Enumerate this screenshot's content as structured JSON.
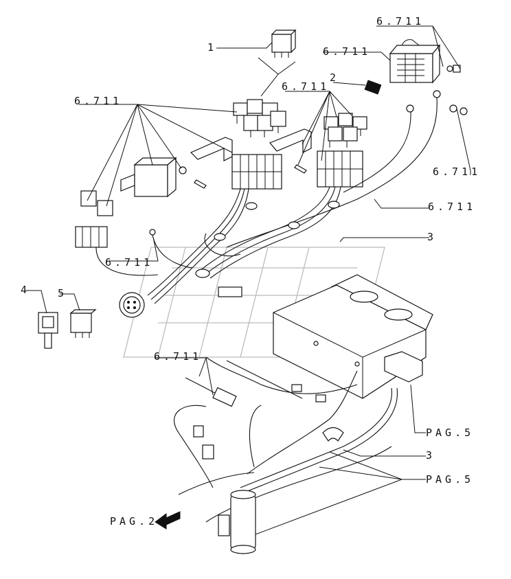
{
  "diagram": {
    "callouts": [
      {
        "id": "c1",
        "text": "1"
      },
      {
        "id": "c2",
        "text": "2"
      },
      {
        "id": "c3a",
        "text": "3"
      },
      {
        "id": "c3b",
        "text": "3"
      },
      {
        "id": "c4",
        "text": "4"
      },
      {
        "id": "c5",
        "text": "5"
      }
    ],
    "refs": [
      {
        "id": "r1",
        "text": "6.711"
      },
      {
        "id": "r2",
        "text": "6.711"
      },
      {
        "id": "r3",
        "text": "6.711"
      },
      {
        "id": "r4",
        "text": "6.711"
      },
      {
        "id": "r5",
        "text": "6.711"
      },
      {
        "id": "r6",
        "text": "6.711"
      },
      {
        "id": "r7",
        "text": "6.711"
      },
      {
        "id": "p1",
        "text": "PAG.5"
      },
      {
        "id": "p2",
        "text": "PAG.5"
      },
      {
        "id": "p3",
        "text": "PAG.2"
      }
    ]
  }
}
